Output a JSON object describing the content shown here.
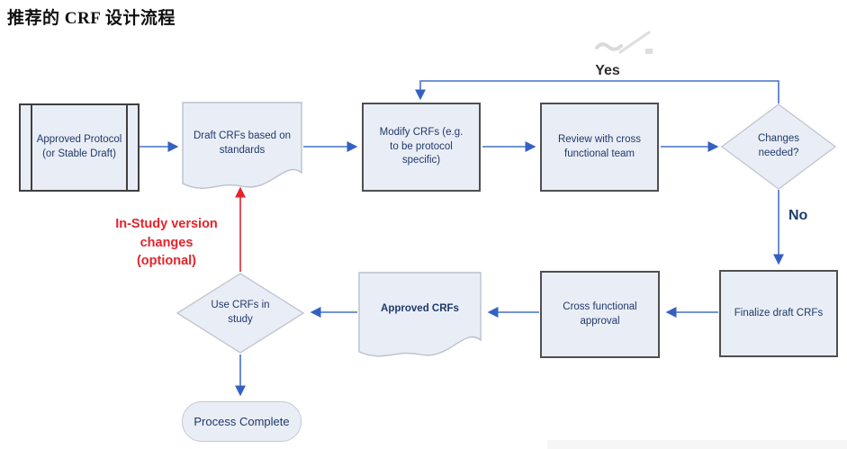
{
  "title": "推荐的 CRF 设计流程",
  "colors": {
    "connector_blue": "#4472c4",
    "arrowhead_blue": "#3461c1",
    "annotation_red": "#e3242b",
    "shape_fill": "#e9eef6",
    "process_border": "#4f4f4f",
    "light_border": "#b9c0cd",
    "node_text": "#21386b"
  },
  "flowchart": {
    "nodes": {
      "approved_protocol": {
        "label": "Approved Protocol (or Stable Draft)",
        "type": "predefined-process"
      },
      "draft_crfs": {
        "label": "Draft CRFs based on standards",
        "type": "document"
      },
      "modify_crfs": {
        "label": "Modify CRFs (e.g. to be protocol specific)",
        "type": "process"
      },
      "review_team": {
        "label": "Review with cross functional team",
        "type": "process"
      },
      "changes_needed": {
        "label": "Changes needed?",
        "type": "decision"
      },
      "finalize_draft": {
        "label": "Finalize draft CRFs",
        "type": "process"
      },
      "cross_functional_approval": {
        "label": "Cross functional approval",
        "type": "process"
      },
      "approved_crfs": {
        "label": "Approved CRFs",
        "type": "document"
      },
      "use_crfs": {
        "label": "Use CRFs in study",
        "type": "decision"
      },
      "process_complete": {
        "label": "Process Complete",
        "type": "terminator"
      }
    },
    "edge_labels": {
      "yes": "Yes",
      "no": "No"
    },
    "edges": [
      {
        "from": "approved_protocol",
        "to": "draft_crfs"
      },
      {
        "from": "draft_crfs",
        "to": "modify_crfs"
      },
      {
        "from": "modify_crfs",
        "to": "review_team"
      },
      {
        "from": "review_team",
        "to": "changes_needed"
      },
      {
        "from": "changes_needed",
        "to": "modify_crfs",
        "label": "Yes"
      },
      {
        "from": "changes_needed",
        "to": "finalize_draft",
        "label": "No"
      },
      {
        "from": "finalize_draft",
        "to": "cross_functional_approval"
      },
      {
        "from": "cross_functional_approval",
        "to": "approved_crfs"
      },
      {
        "from": "approved_crfs",
        "to": "use_crfs"
      },
      {
        "from": "use_crfs",
        "to": "process_complete"
      },
      {
        "from": "use_crfs",
        "to": "draft_crfs",
        "label": "In-Study version changes (optional)",
        "style": "red"
      }
    ],
    "annotation": {
      "lines": {
        "0": "In-Study version",
        "1": "changes",
        "2": "(optional)"
      },
      "color": "#e3242b"
    },
    "watermark_icon": "check-slash-watermark"
  }
}
